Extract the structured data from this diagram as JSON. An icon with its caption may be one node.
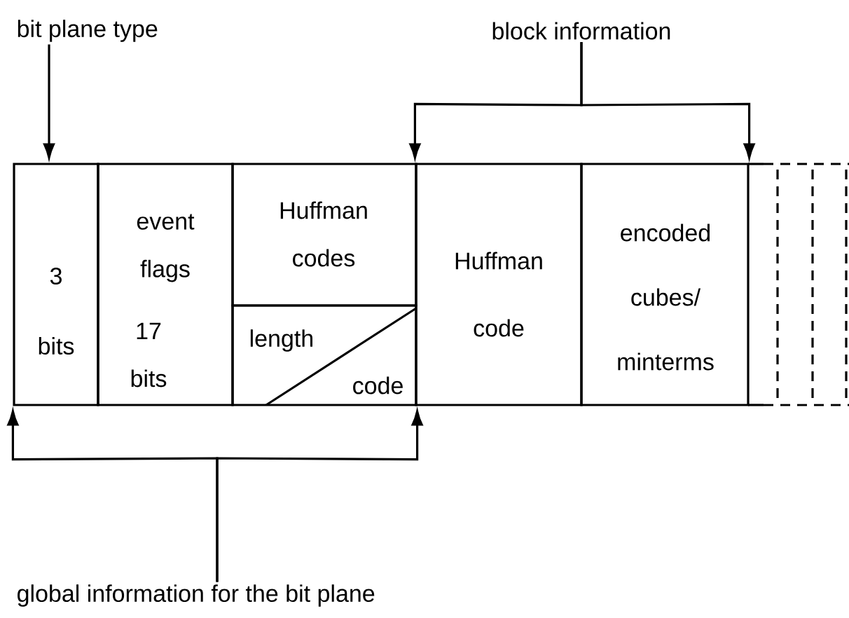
{
  "diagram": {
    "nodes": [
      {
        "text": [
          "bit plane type"
        ]
      },
      {
        "text": [
          "block information"
        ]
      },
      {
        "text": [
          "3 bits"
        ]
      },
      {
        "text": [
          "event flags",
          "17 bits"
        ]
      },
      {
        "text": [
          "Huffman codes"
        ]
      },
      {
        "text": [
          "length",
          "code"
        ]
      },
      {
        "text": [
          "Huffman code"
        ]
      },
      {
        "text": [
          "encoded cubes/ minterms"
        ]
      },
      {
        "text": [
          "global information for the bit plane"
        ]
      }
    ],
    "edges": [
      {
        "from": 0,
        "to": 2,
        "arrow": "to"
      },
      {
        "from": 1,
        "to": 6,
        "arrow": "to"
      },
      {
        "from": 1,
        "to": 7,
        "arrow": "to"
      },
      {
        "from": 8,
        "to": 2,
        "arrow": "to"
      },
      {
        "from": 8,
        "to": 5,
        "arrow": "to"
      }
    ]
  }
}
